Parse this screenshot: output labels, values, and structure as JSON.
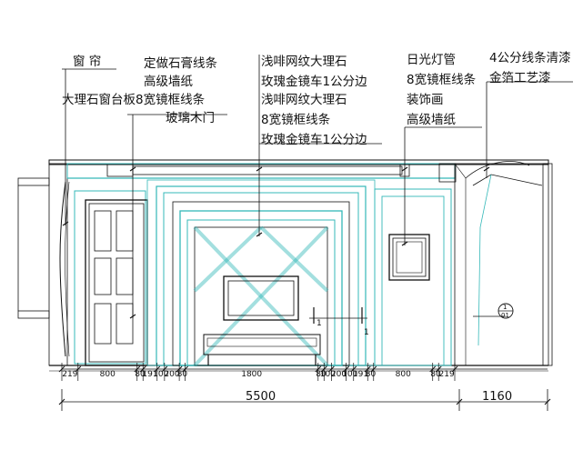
{
  "title": "",
  "callouts": {
    "curtain": "窗 帘",
    "custom_plaster_molding": "定做石膏线条",
    "premium_wallpaper_1": "高级墙纸",
    "marble_sill_8_frame": "大理石窗台板8宽镜框线条",
    "glass_door": "玻璃木门",
    "coffee_marble_1": "浅啡网纹大理石",
    "rose_gold_mirror_1": "玫瑰金镜车1公分边",
    "coffee_marble_2": "浅啡网纹大理石",
    "mirror_frame_8": "8宽镜框线条",
    "rose_gold_mirror_2": "玫瑰金镜车1公分边",
    "light_tube": "日光灯管",
    "mirror_frame_8b": "8宽镜框线条",
    "decorative_painting": "装饰画",
    "premium_wallpaper_2": "高级墙纸",
    "line_clear_paint": "4公分线条清漆",
    "gold_foil_paint": "金箔工艺漆"
  },
  "dimensions": {
    "small": [
      "219",
      "800",
      "80",
      "191",
      "100",
      "200",
      "80",
      "1800",
      "80",
      "100",
      "200",
      "100",
      "191",
      "80",
      "800",
      "80",
      "219"
    ],
    "total_main": "5500",
    "total_side": "1160"
  },
  "section_marks": {
    "left": "1",
    "right": "1"
  },
  "index_symbol": {
    "top": "1",
    "bottom": "01"
  },
  "colors": {
    "line": "#111111",
    "cyan": "#34b8b8",
    "navy": "#1b1b9a"
  }
}
